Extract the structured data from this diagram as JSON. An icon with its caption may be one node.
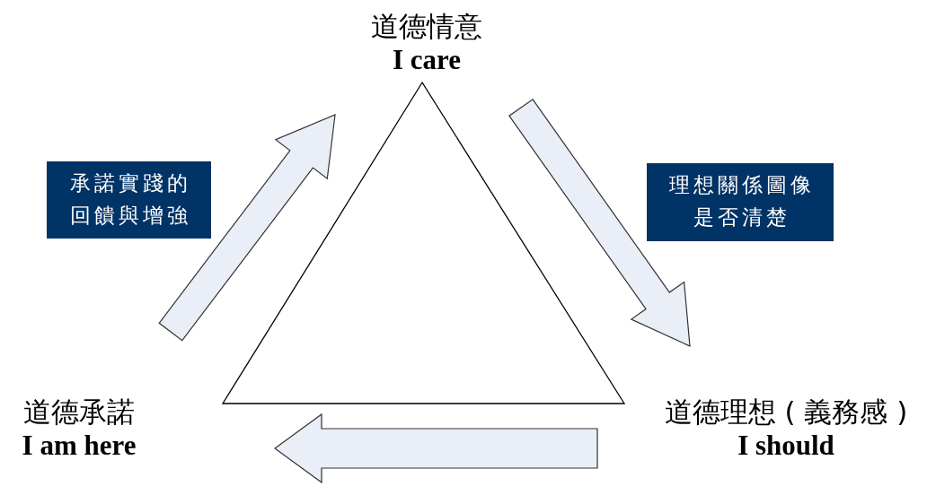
{
  "diagram": {
    "nodes": [
      {
        "text": [
          "道德情意",
          "I care"
        ]
      },
      {
        "text": [
          "道德承諾",
          "I am here"
        ]
      },
      {
        "text": [
          "道德理想 ( 義務感 )",
          "I should"
        ]
      },
      {
        "text": [
          "承諾實踐的回饋與增強"
        ]
      },
      {
        "text": [
          "理想關係圖像是否清楚"
        ]
      },
      {
        "text": [],
        "shape": "triangle"
      }
    ],
    "edges": [
      {
        "from": 1,
        "to": 0,
        "arrow": "to"
      },
      {
        "from": 0,
        "to": 2,
        "arrow": "to"
      },
      {
        "from": 2,
        "to": 1,
        "arrow": "to"
      }
    ]
  }
}
